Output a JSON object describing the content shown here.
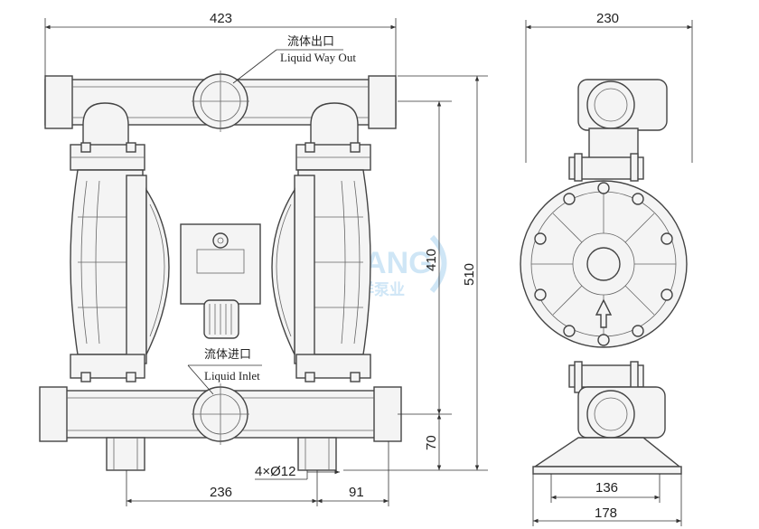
{
  "labels": {
    "outlet_cn": "流体出口",
    "outlet_en": "Liquid Way Out",
    "inlet_cn": "流体进口",
    "inlet_en": "Liquid Inlet",
    "holes": "4×Ø12"
  },
  "dimensions": {
    "front_width": "423",
    "side_width": "230",
    "height_410": "410",
    "height_510": "510",
    "height_70": "70",
    "base_236": "236",
    "base_91": "91",
    "side_136": "136",
    "side_178": "178"
  },
  "watermark": {
    "brand": "SEITANG",
    "cn": "赛洋泵业"
  },
  "colors": {
    "line": "#444444",
    "watermark": "#cfe6f6"
  }
}
